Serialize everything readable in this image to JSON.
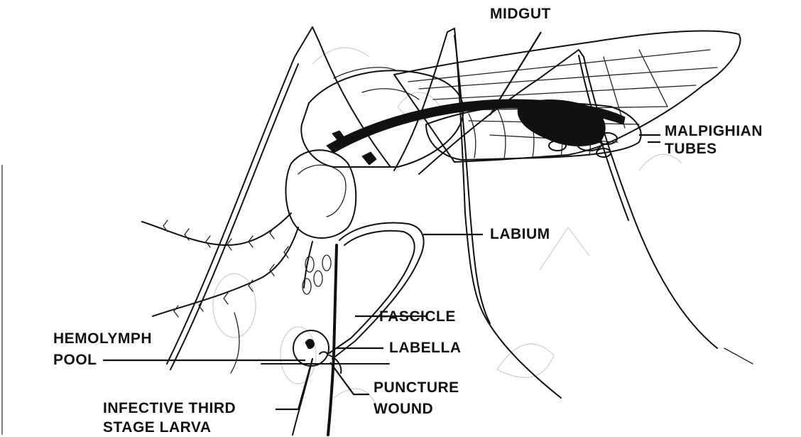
{
  "labels": {
    "midgut": "MIDGUT",
    "malpighian_line1": "MALPIGHIAN",
    "malpighian_line2": "TUBES",
    "labium": "LABIUM",
    "fascicle": "FASCICLE",
    "labella": "LABELLA",
    "hemolymph_line1": "HEMOLYMPH",
    "hemolymph_line2": "POOL",
    "puncture_line1": "PUNCTURE",
    "puncture_line2": "WOUND",
    "larva_line1": "INFECTIVE THIRD",
    "larva_line2": "STAGE LARVA"
  },
  "colors": {
    "ink": "#111111",
    "background": "#ffffff",
    "watermark": "#d0d0d0"
  }
}
